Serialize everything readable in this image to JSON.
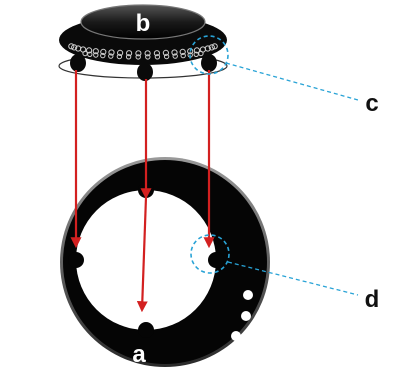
{
  "labels": {
    "a": "a",
    "b": "b",
    "c": "c",
    "d": "d"
  },
  "colors": {
    "arrow": "#d32020",
    "callout": "#29a3d6",
    "ring": "#050505",
    "cap": "#0a0a0a",
    "background": "#ffffff"
  }
}
